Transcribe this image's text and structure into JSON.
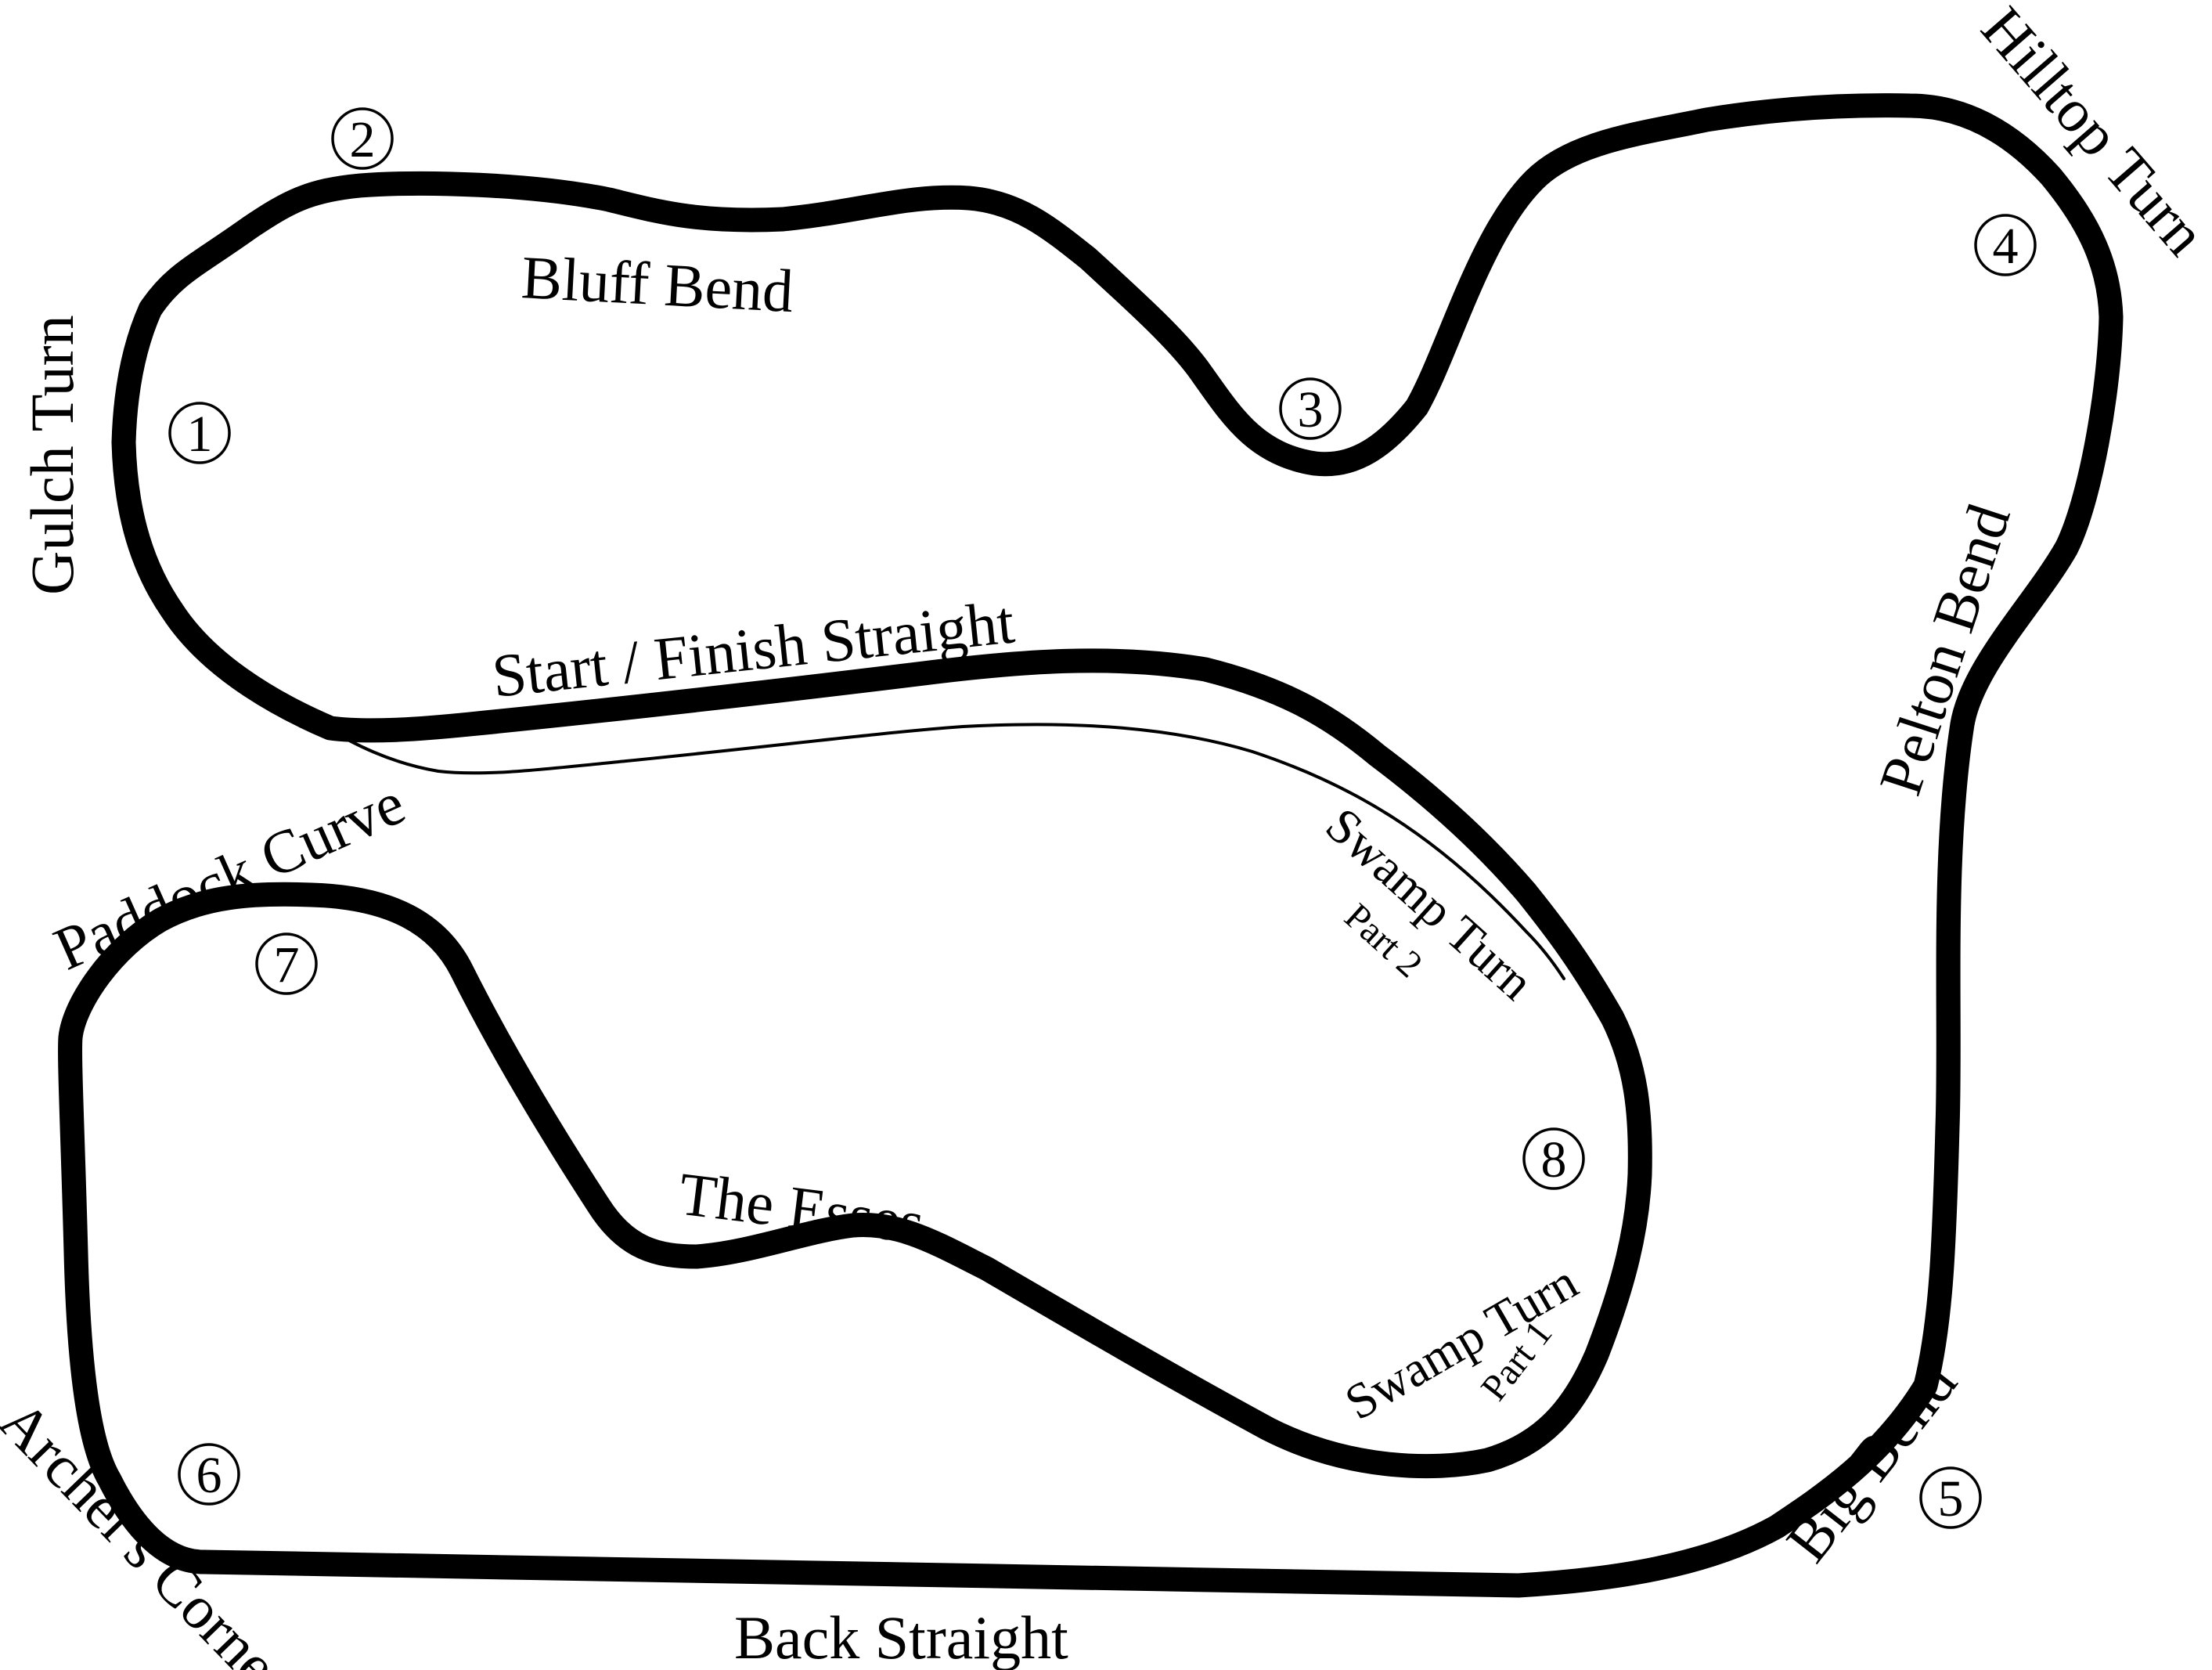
{
  "labels": {
    "gulch_turn": "Gulch Turn",
    "bluff_bend": "Bluff Bend",
    "hilltop_turn": "Hilltop Turn",
    "pelton_bend": "Pelton Bend",
    "start_finish": "Start / Finish Straight",
    "swamp_turn_2": "Swamp Turn",
    "swamp_part_2": "Part 2",
    "paddock_curve": "Paddock Curve",
    "the_esses": "The Esses",
    "swamp_turn_1": "Swamp Turn",
    "swamp_part_1": "Part 1",
    "big_bend": "Big Bend",
    "archers_corner": "Archer's Corner",
    "back_straight": "Back Straight"
  },
  "turn_numbers": [
    "1",
    "2",
    "3",
    "4",
    "5",
    "6",
    "7",
    "8"
  ],
  "colors": {
    "track": "#000000",
    "background": "#ffffff"
  }
}
